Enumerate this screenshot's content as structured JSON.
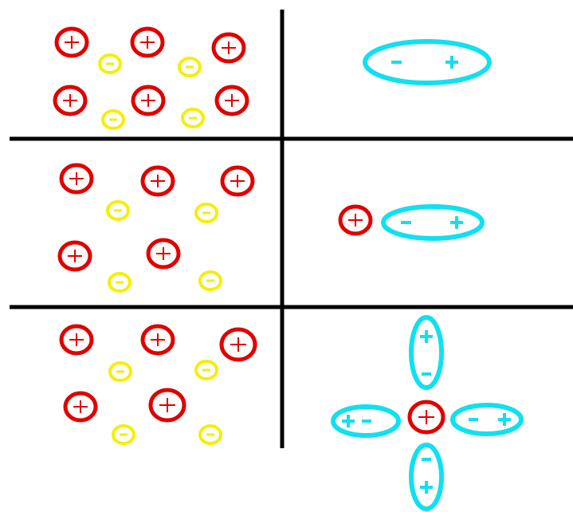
{
  "colors": {
    "background": "#ffffff",
    "line": "#000000",
    "cation": "#e00000",
    "anion": "#f5ef00",
    "dipole": "#10e0f0"
  },
  "symbols": {
    "positive": "+",
    "negative": "−"
  },
  "panels": [
    {
      "id": "top",
      "left_content": "ionic-lattice",
      "right_content": "single-dipole"
    },
    {
      "id": "middle",
      "left_content": "ionic-lattice",
      "right_content": "ion-dipole-pair"
    },
    {
      "id": "bottom",
      "left_content": "ionic-lattice",
      "right_content": "ion-with-four-dipoles"
    }
  ]
}
